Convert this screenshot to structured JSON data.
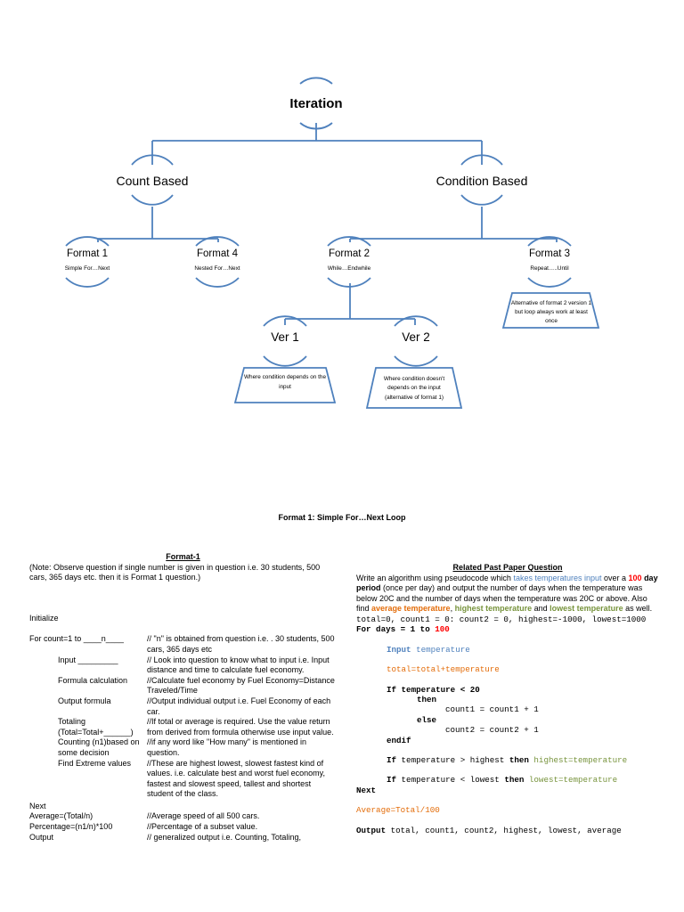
{
  "diagram": {
    "root": "Iteration",
    "count_based": "Count Based",
    "condition_based": "Condition Based",
    "format1": {
      "label": "Format 1",
      "sub": "Simple For…Next"
    },
    "format4": {
      "label": "Format 4",
      "sub": "Nested For…Next"
    },
    "format2": {
      "label": "Format 2",
      "sub": "While…Endwhile"
    },
    "format3": {
      "label": "Format 3",
      "sub": "Repeat…..Until"
    },
    "format3_note": [
      "Alternative of format 2 version 1",
      "but loop always work at least",
      "once"
    ],
    "ver1": {
      "label": "Ver 1",
      "note": [
        "Where condition depends on the",
        "input"
      ]
    },
    "ver2": {
      "label": "Ver 2",
      "note": [
        "Where condition doesn't",
        "depends on the input",
        "(alternative of format 1)"
      ]
    }
  },
  "section_title": "Format 1: Simple For…Next Loop",
  "left": {
    "heading": "Format-1",
    "note": "(Note: Observe question if single number is given in question i.e. 30 students, 500 cars, 365 days etc. then it is Format 1 question.)",
    "initialize": "Initialize",
    "rows": [
      {
        "a": "For count=1 to ____n____",
        "b": "// \"n\" is obtained from question i.e. . 30 students, 500 cars, 365 days etc",
        "indent": false
      },
      {
        "a": "Input _________",
        "b": "// Look into question to know what to input i.e. Input distance and time to calculate fuel economy.",
        "indent": true
      },
      {
        "a": "Formula calculation",
        "b": "//Calculate fuel economy by Fuel Economy=Distance Traveled/Time",
        "indent": true
      },
      {
        "a": "Output formula",
        "b": "//Output individual output i.e. Fuel Economy of each car.",
        "indent": true
      },
      {
        "a": "Totaling (Total=Total+______)",
        "b": "//If total or average is required. Use the value return from derived from formula otherwise use input value.",
        "indent": true
      },
      {
        "a": "Counting (n1)based on some decision",
        "b": "//if any word like \"How many\" is mentioned in question.",
        "indent": true
      },
      {
        "a": "Find Extreme values",
        "b": "//These are highest lowest, slowest fastest kind of values. i.e. calculate best and worst fuel economy, fastest and slowest speed, tallest and shortest student of the class.",
        "indent": true
      }
    ],
    "next": "Next",
    "rows2": [
      {
        "a": "Average=(Total/n)",
        "b": "//Average speed of all 500 cars."
      },
      {
        "a": "Percentage=(n1/n)*100",
        "b": "//Percentage of a subset value."
      },
      {
        "a": "Output",
        "b": "// generalized output i.e. Counting, Totaling,"
      }
    ]
  },
  "right": {
    "heading": "Related Past Paper Question",
    "q1": "Write an algorithm using pseudocode which ",
    "q_blue": "takes temperatures input",
    "q2": " over a ",
    "q_red": "100",
    "q3": "day period",
    "q4": " (once per day) and output the number of days when the temperature was below 20C and the number of days when the temperature was 20C or above. Also find ",
    "q_avg": "average temperature",
    "q_comma": ", ",
    "q_high": "highest temperature",
    "q_and": " and ",
    "q_low": "lowest temperature",
    "q_end": " as well.",
    "init": "total=0, count1 = 0: count2 = 0, highest=-1000, lowest=1000",
    "for_kw": "For days = 1 to ",
    "for_n": "100",
    "input_kw": "Input",
    "input_var": " temperature",
    "total_line": "total=total+temperature",
    "if1": "If temperature < 20",
    "then": "then",
    "count1": "count1 = count1 + 1",
    "else": "else",
    "count2": "count2 = count2 + 1",
    "endif": "endif",
    "if2a": "If",
    "if2b": " temperature > highest ",
    "if2then": "then",
    "if2c": " highest=temperature",
    "if3a": "If",
    "if3b": " temperature < lowest ",
    "if3then": "then",
    "if3c": " lowest=temperature",
    "next": "Next",
    "avg_line": "Average=Total/100",
    "out_kw": "Output",
    "out_rest": " total, count1, count2, highest, lowest, average"
  }
}
